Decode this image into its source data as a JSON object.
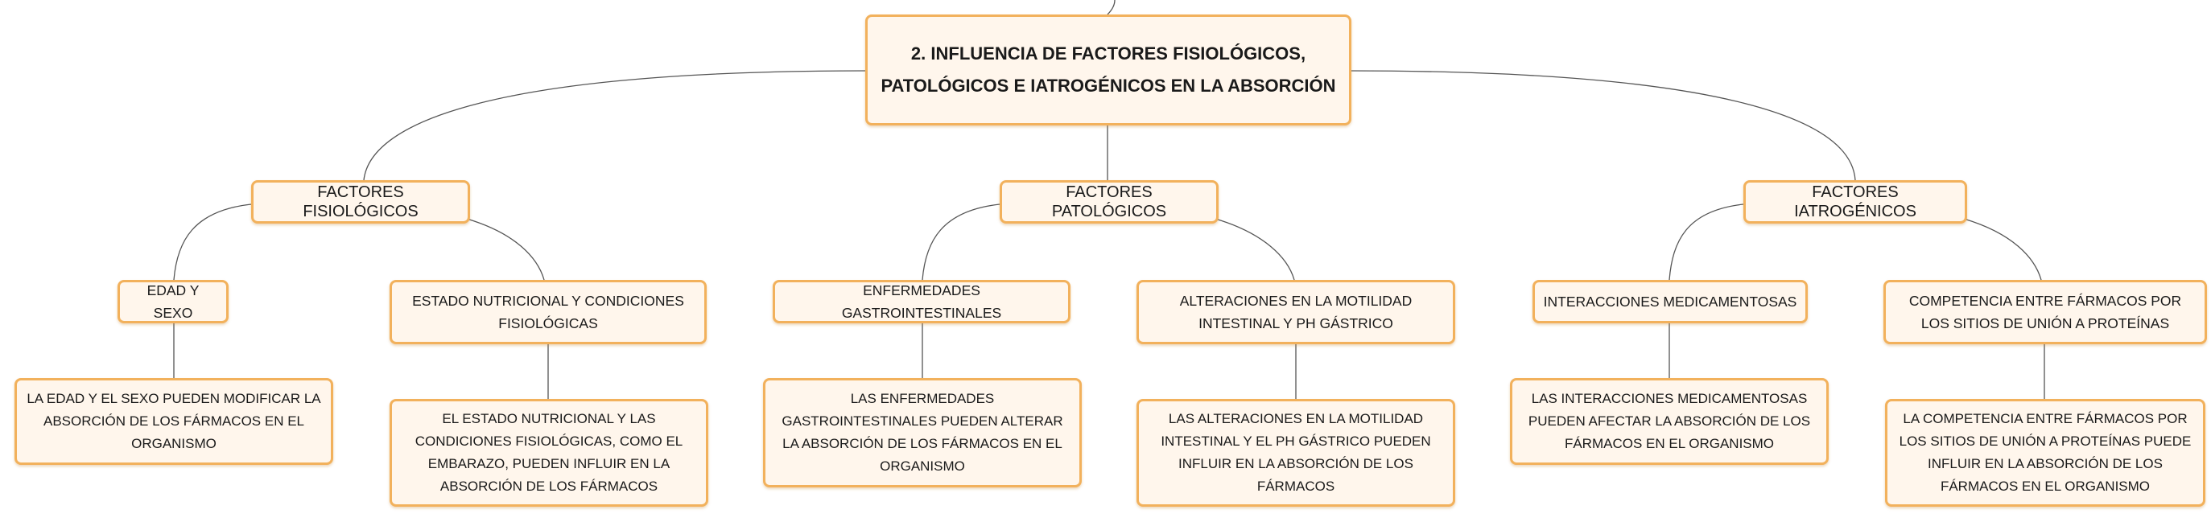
{
  "root": {
    "text": "2. INFLUENCIA DE FACTORES FISIOLÓGICOS, PATOLÓGICOS E IATROGÉNICOS EN LA ABSORCIÓN"
  },
  "branches": [
    {
      "label": "FACTORES FISIOLÓGICOS",
      "children": [
        {
          "label": "EDAD Y SEXO",
          "detail": "LA EDAD Y EL SEXO PUEDEN MODIFICAR LA ABSORCIÓN DE LOS FÁRMACOS EN EL ORGANISMO"
        },
        {
          "label": "ESTADO NUTRICIONAL Y CONDICIONES FISIOLÓGICAS",
          "detail": "EL ESTADO NUTRICIONAL Y LAS CONDICIONES FISIOLÓGICAS, COMO EL EMBARAZO, PUEDEN INFLUIR EN LA ABSORCIÓN DE LOS FÁRMACOS"
        }
      ]
    },
    {
      "label": "FACTORES PATOLÓGICOS",
      "children": [
        {
          "label": "ENFERMEDADES GASTROINTESTINALES",
          "detail": "LAS ENFERMEDADES GASTROINTESTINALES PUEDEN ALTERAR LA ABSORCIÓN DE LOS FÁRMACOS EN EL ORGANISMO"
        },
        {
          "label": "ALTERACIONES EN LA MOTILIDAD INTESTINAL Y PH GÁSTRICO",
          "detail": "LAS ALTERACIONES EN LA MOTILIDAD INTESTINAL Y EL PH GÁSTRICO PUEDEN INFLUIR EN LA ABSORCIÓN DE LOS FÁRMACOS"
        }
      ]
    },
    {
      "label": "FACTORES IATROGÉNICOS",
      "children": [
        {
          "label": "INTERACCIONES MEDICAMENTOSAS",
          "detail": "LAS INTERACCIONES MEDICAMENTOSAS PUEDEN AFECTAR LA ABSORCIÓN DE LOS FÁRMACOS EN EL ORGANISMO"
        },
        {
          "label": "COMPETENCIA ENTRE FÁRMACOS POR LOS SITIOS DE UNIÓN A PROTEÍNAS",
          "detail": "LA COMPETENCIA ENTRE FÁRMACOS POR LOS SITIOS DE UNIÓN A PROTEÍNAS PUEDE INFLUIR EN LA ABSORCIÓN DE LOS FÁRMACOS EN EL ORGANISMO"
        }
      ]
    }
  ],
  "colors": {
    "node_border": "#f2b15c",
    "node_fill": "#fff6ec",
    "connector": "#555555"
  }
}
